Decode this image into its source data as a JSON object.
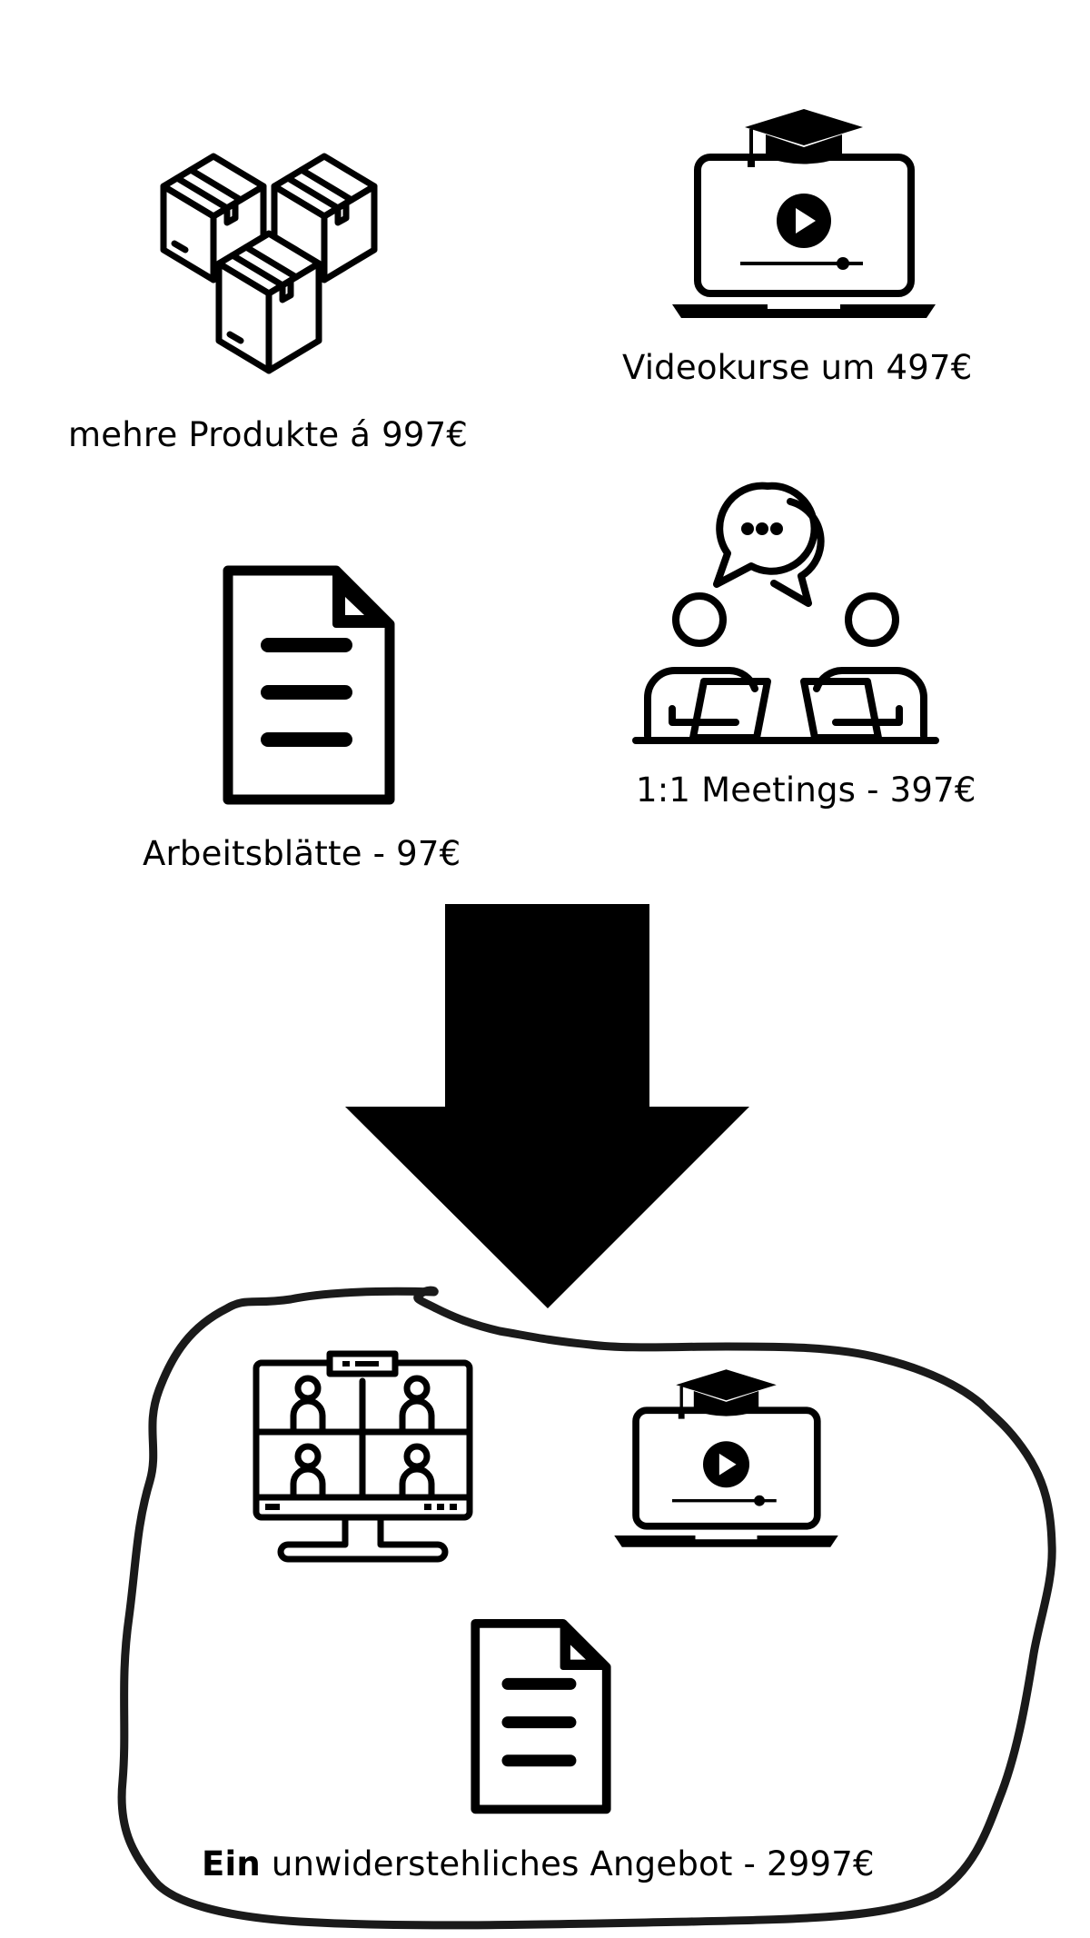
{
  "items": [
    {
      "icon": "boxes-icon",
      "label": "mehre Produkte á 997€"
    },
    {
      "icon": "video-course-laptop-icon",
      "label": "Videokurse um 497€"
    },
    {
      "icon": "document-icon",
      "label": "Arbeitsblätte - 97€"
    },
    {
      "icon": "meeting-icon",
      "label": "1:1 Meetings - 397€"
    }
  ],
  "arrow": {
    "icon": "arrow-down-icon"
  },
  "bundle": {
    "icons": [
      "video-call-monitor-icon",
      "video-course-laptop-icon",
      "document-icon"
    ],
    "label_bold": "Ein",
    "label_rest": " unwiderstehliches Angebot - 2997€"
  },
  "colors": {
    "ink": "#000000",
    "background": "#ffffff",
    "outline": "#1a1a1a"
  }
}
